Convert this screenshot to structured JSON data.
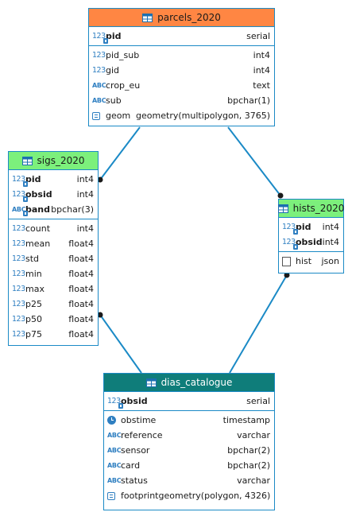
{
  "colors": {
    "border": "#1b8ac6",
    "header_parcels": "#ff8643",
    "header_sigs": "#7cf07c",
    "header_hists": "#7cf07c",
    "header_dias": "#0f7d7a",
    "link": "#1b8ac6"
  },
  "tables": {
    "parcels": {
      "title": "parcels_2020",
      "pk": [
        {
          "name": "pid",
          "type": "serial",
          "icon": "number-key-icon"
        }
      ],
      "columns": [
        {
          "name": "pid_sub",
          "type": "int4",
          "icon": "number-icon"
        },
        {
          "name": "gid",
          "type": "int4",
          "icon": "number-icon"
        },
        {
          "name": "crop_eu",
          "type": "text",
          "icon": "text-icon"
        },
        {
          "name": "sub",
          "type": "bpchar(1)",
          "icon": "text-icon"
        },
        {
          "name": "geom",
          "type": "geometry(multipolygon, 3765)",
          "icon": "geometry-icon"
        }
      ]
    },
    "sigs": {
      "title": "sigs_2020",
      "pk": [
        {
          "name": "pid",
          "type": "int4",
          "icon": "number-key-icon"
        },
        {
          "name": "obsid",
          "type": "int4",
          "icon": "number-key-icon"
        },
        {
          "name": "band",
          "type": "bpchar(3)",
          "icon": "text-key-icon"
        }
      ],
      "columns": [
        {
          "name": "count",
          "type": "int4",
          "icon": "number-icon"
        },
        {
          "name": "mean",
          "type": "float4",
          "icon": "number-icon"
        },
        {
          "name": "std",
          "type": "float4",
          "icon": "number-icon"
        },
        {
          "name": "min",
          "type": "float4",
          "icon": "number-icon"
        },
        {
          "name": "max",
          "type": "float4",
          "icon": "number-icon"
        },
        {
          "name": "p25",
          "type": "float4",
          "icon": "number-icon"
        },
        {
          "name": "p50",
          "type": "float4",
          "icon": "number-icon"
        },
        {
          "name": "p75",
          "type": "float4",
          "icon": "number-icon"
        }
      ]
    },
    "hists": {
      "title": "hists_2020",
      "pk": [
        {
          "name": "pid",
          "type": "int4",
          "icon": "number-key-icon"
        },
        {
          "name": "obsid",
          "type": "int4",
          "icon": "number-key-icon"
        }
      ],
      "columns": [
        {
          "name": "hist",
          "type": "json",
          "icon": "json-icon"
        }
      ]
    },
    "dias": {
      "title": "dias_catalogue",
      "pk": [
        {
          "name": "obsid",
          "type": "serial",
          "icon": "number-key-icon"
        }
      ],
      "columns": [
        {
          "name": "obstime",
          "type": "timestamp",
          "icon": "clock-icon"
        },
        {
          "name": "reference",
          "type": "varchar",
          "icon": "text-icon"
        },
        {
          "name": "sensor",
          "type": "bpchar(2)",
          "icon": "text-icon"
        },
        {
          "name": "card",
          "type": "bpchar(2)",
          "icon": "text-icon"
        },
        {
          "name": "status",
          "type": "varchar",
          "icon": "text-icon"
        },
        {
          "name": "footprint",
          "type": "geometry(polygon, 4326)",
          "icon": "geometry-icon"
        }
      ]
    }
  }
}
